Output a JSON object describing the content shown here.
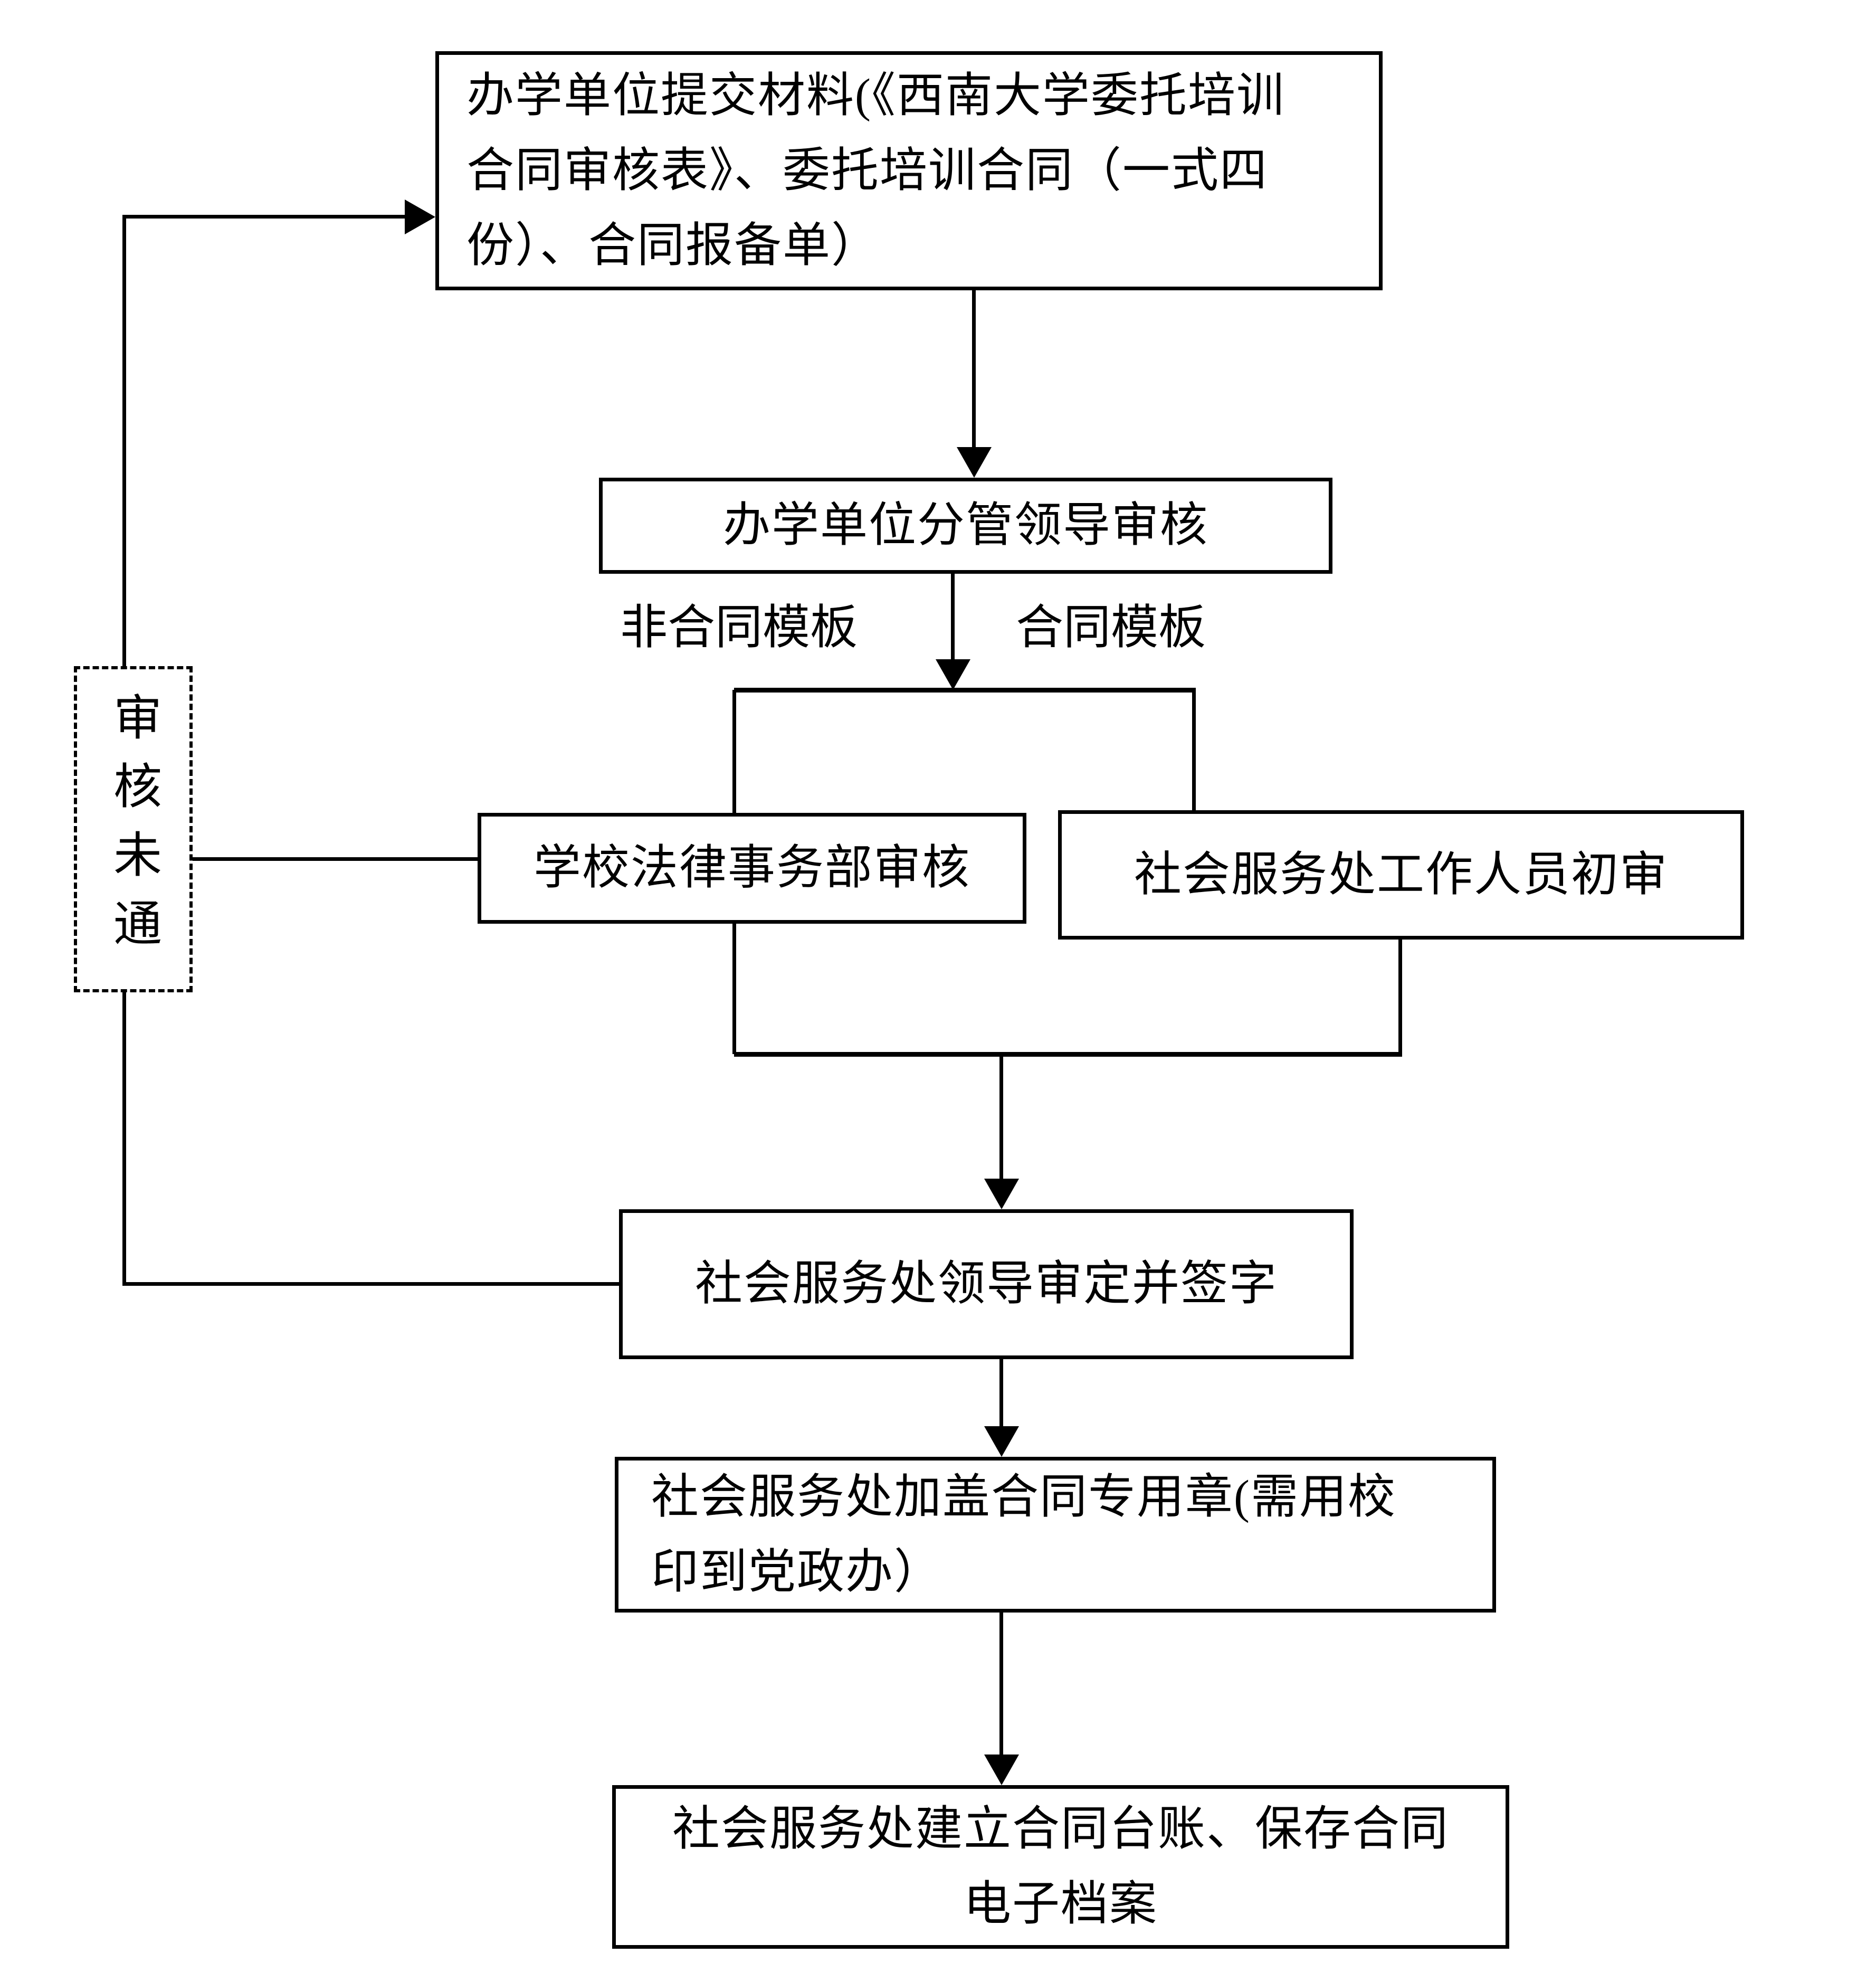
{
  "page": {
    "background": "#ffffff",
    "line_color": "#000000"
  },
  "flowchart": {
    "nodes": {
      "submit": {
        "lines": [
          "办学单位提交材料(《西南大学委托培训",
          "合同审核表》、委托培训合同（一式四",
          "份）、合同报备单）"
        ]
      },
      "leader_review": {
        "label": "办学单位分管领导审核"
      },
      "legal_review": {
        "label": "学校法律事务部审核"
      },
      "initial_review": {
        "label": "社会服务处工作人员初审"
      },
      "leader_approval": {
        "label": "社会服务处领导审定并签字"
      },
      "seal": {
        "lines": [
          "社会服务处加盖合同专用章(需用校",
          "印到党政办）"
        ]
      },
      "archive": {
        "lines": [
          "社会服务处建立合同台账、保存合同",
          "电子档案"
        ]
      },
      "review_failed": {
        "label": "审核未通"
      }
    },
    "branch_labels": {
      "left": "非合同模板",
      "right": "合同模板"
    }
  }
}
